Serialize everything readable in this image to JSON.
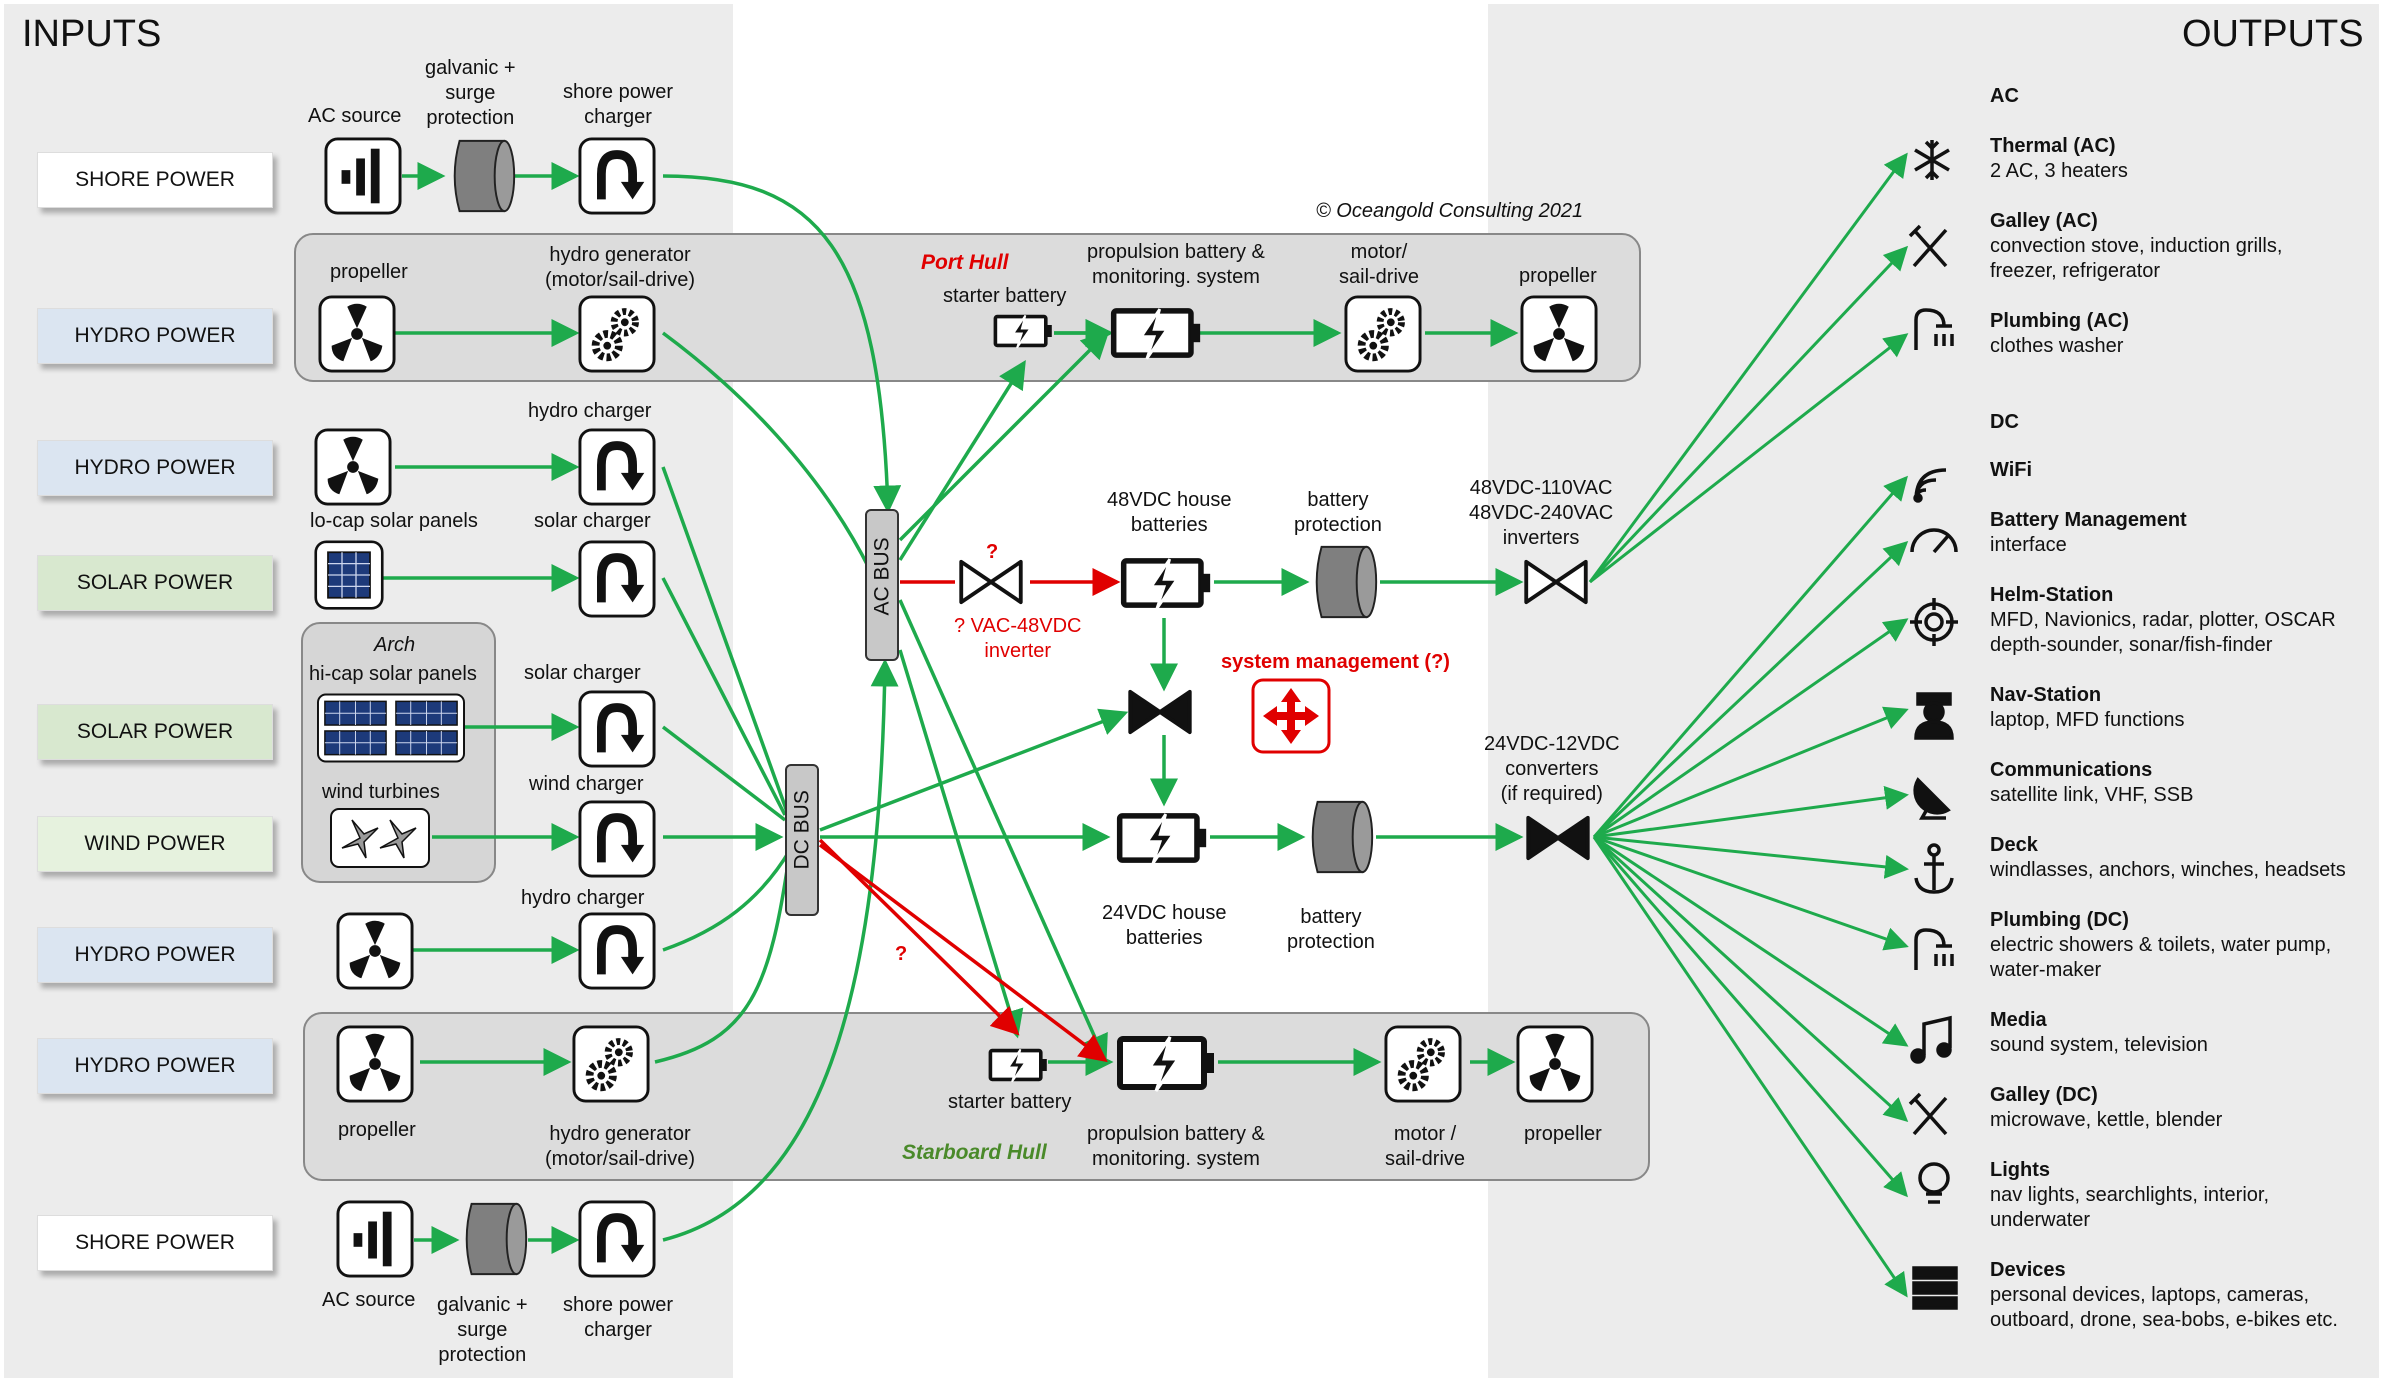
{
  "sections": {
    "inputs": "INPUTS",
    "outputs": "OUTPUTS"
  },
  "copyright": "© Oceangold Consulting 2021",
  "sources": [
    {
      "label": "SHORE POWER",
      "color": "#ffffff"
    },
    {
      "label": "HYDRO POWER",
      "color": "#dbe5f1"
    },
    {
      "label": "HYDRO POWER",
      "color": "#dbe5f1"
    },
    {
      "label": "SOLAR POWER",
      "color": "#d8e8cf"
    },
    {
      "label": "SOLAR POWER",
      "color": "#d8e8cf"
    },
    {
      "label": "WIND POWER",
      "color": "#e6f2de"
    },
    {
      "label": "HYDRO POWER",
      "color": "#dbe5f1"
    },
    {
      "label": "HYDRO POWER",
      "color": "#dbe5f1"
    },
    {
      "label": "SHORE POWER",
      "color": "#ffffff"
    }
  ],
  "labels": {
    "ac_source": "AC source",
    "surge": "galvanic +\nsurge\nprotection",
    "shore_charger": "shore power\ncharger",
    "propeller": "propeller",
    "hydro_gen": "hydro generator\n(motor/sail-drive)",
    "hydro_charger": "hydro charger",
    "locap": "lo-cap solar panels",
    "solar_charger": "solar charger",
    "arch": "Arch",
    "hicap": "hi-cap solar panels",
    "wind_turbines": "wind turbines",
    "wind_charger": "wind charger",
    "port_hull": "Port Hull",
    "starboard_hull": "Starboard Hull",
    "starter_battery": "starter battery",
    "prop_battery": "propulsion battery &\nmonitoring. system",
    "motor_sail": "motor/\nsail-drive",
    "motor_sail2": "motor /\nsail-drive",
    "ac_bus": "AC BUS",
    "dc_bus": "DC BUS",
    "house48": "48VDC house\nbatteries",
    "batt_prot": "battery\nprotection",
    "inverters": "48VDC-110VAC\n48VDC-240VAC\ninverters",
    "vac_inverter": "? VAC-48VDC\ninverter",
    "q1": "?",
    "q2": "?",
    "sys_mgmt": "system management (?)",
    "house24": "24VDC house\nbatteries",
    "converters": "24VDC-12VDC\nconverters\n(if required)"
  },
  "outputs": {
    "ac_header": "AC",
    "dc_header": "DC",
    "items": [
      {
        "title": "Thermal (AC)",
        "desc": "2 AC, 3 heaters",
        "icon": "snowflake-icon"
      },
      {
        "title": "Galley (AC)",
        "desc": "convection stove, induction grills,\nfreezer, refrigerator",
        "icon": "utensils-icon"
      },
      {
        "title": "Plumbing (AC)",
        "desc": "clothes washer",
        "icon": "shower-icon"
      },
      {
        "title": "WiFi",
        "desc": "",
        "icon": "wifi-icon"
      },
      {
        "title": "Battery Management",
        "desc": "interface",
        "icon": "gauge-icon"
      },
      {
        "title": "Helm-Station",
        "desc": "MFD, Navionics, radar, plotter, OSCAR\ndepth-sounder, sonar/fish-finder",
        "icon": "crosshair-icon"
      },
      {
        "title": "Nav-Station",
        "desc": "laptop, MFD functions",
        "icon": "captain-icon"
      },
      {
        "title": "Communications",
        "desc": "satellite link, VHF, SSB",
        "icon": "satellite-dish-icon"
      },
      {
        "title": "Deck",
        "desc": "windlasses, anchors, winches, headsets",
        "icon": "anchor-icon"
      },
      {
        "title": "Plumbing (DC)",
        "desc": "electric showers & toilets, water pump,\nwater-maker",
        "icon": "shower-icon"
      },
      {
        "title": "Media",
        "desc": "sound system, television",
        "icon": "music-icon"
      },
      {
        "title": "Galley (DC)",
        "desc": "microwave, kettle, blender",
        "icon": "utensils-icon"
      },
      {
        "title": "Lights",
        "desc": "nav lights, searchlights, interior,\nunderwater",
        "icon": "lightbulb-icon"
      },
      {
        "title": "Devices",
        "desc": "personal devices, laptops, cameras,\noutboard, drone, sea-bobs, e-bikes etc.",
        "icon": "server-icon"
      }
    ]
  },
  "colors": {
    "flow": "#1eaa4c",
    "alt_flow": "#e00000",
    "panel": "#ececec",
    "hull": "#dcdcdc"
  }
}
